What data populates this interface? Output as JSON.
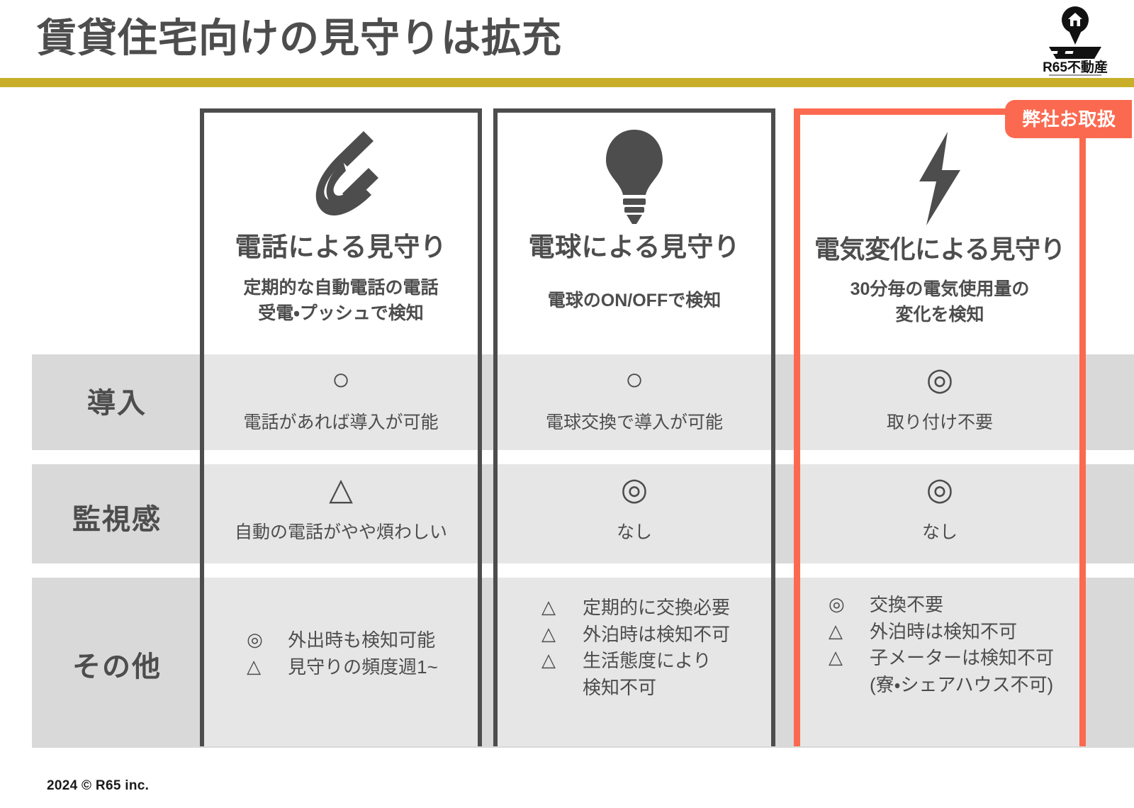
{
  "header": {
    "title": "賃貸住宅向けの見守りは拡充",
    "rule_color": "#c9af29",
    "logo_text": "R65不動産"
  },
  "badge": {
    "label": "弊社お取扱",
    "color": "#fb6a50"
  },
  "row_labels": [
    {
      "label": "導入"
    },
    {
      "label": "監視感"
    },
    {
      "label": "その他"
    }
  ],
  "columns": [
    {
      "icon": "telephone-handset-icon",
      "title": "電話による見守り",
      "subtitle_line1": "定期的な自動電話の電話",
      "subtitle_line2": "受電・プッシュで検知",
      "highlight": false,
      "border_color": "#4d4d4d",
      "cells": [
        {
          "mark": "○",
          "note": "電話があれば導入が可能"
        },
        {
          "mark": "△",
          "note": "自動の電話がやや煩わしい"
        }
      ],
      "bullets": [
        {
          "mark": "◎",
          "text": "外出時も検知可能"
        },
        {
          "mark": "△",
          "text": "見守りの頻度週1~"
        }
      ],
      "bullet_continuation": ""
    },
    {
      "icon": "light-bulb-icon",
      "title": "電球による見守り",
      "subtitle_line1": "電球のON/OFFで検知",
      "subtitle_line2": "",
      "highlight": false,
      "border_color": "#4d4d4d",
      "cells": [
        {
          "mark": "○",
          "note": "電球交換で導入が可能"
        },
        {
          "mark": "◎",
          "note": "なし"
        }
      ],
      "bullets": [
        {
          "mark": "△",
          "text": "定期的に交換必要"
        },
        {
          "mark": "△",
          "text": "外泊時は検知不可"
        },
        {
          "mark": "△",
          "text": "生活態度により"
        }
      ],
      "bullet_continuation": "検知不可"
    },
    {
      "icon": "lightning-bolt-icon",
      "title": "電気変化による見守り",
      "subtitle_line1": "30分毎の電気使用量の",
      "subtitle_line2": "変化を検知",
      "highlight": true,
      "border_color": "#fb6a50",
      "cells": [
        {
          "mark": "◎",
          "note": "取り付け不要"
        },
        {
          "mark": "◎",
          "note": "なし"
        }
      ],
      "bullets": [
        {
          "mark": "◎",
          "text": "交換不要"
        },
        {
          "mark": "△",
          "text": "外泊時は検知不可"
        },
        {
          "mark": "△",
          "text": "子メーターは検知不可"
        }
      ],
      "bullet_continuation": "(寮・シェアハウス不可)"
    }
  ],
  "footer": {
    "copyright": "2024 © R65 inc."
  }
}
